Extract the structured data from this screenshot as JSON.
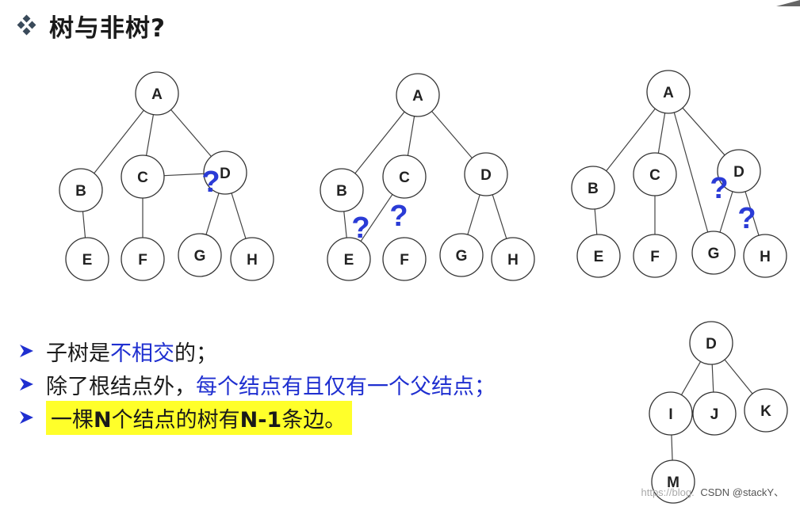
{
  "title": "树与非树?",
  "colors": {
    "accent_blue": "#1f2fd0",
    "question_blue": "#2a3bd6",
    "highlight_yellow": "#ffff2a",
    "title_icon": "#3a4a5a",
    "bullet_arrow": "#1f2fd0"
  },
  "icons": {
    "title": "diamond-cluster-icon",
    "bullet": "arrow-bullet-icon",
    "question": "question-mark"
  },
  "trees": {
    "tree1": {
      "nodes": [
        {
          "id": "A",
          "label": "A"
        },
        {
          "id": "B",
          "label": "B"
        },
        {
          "id": "C",
          "label": "C"
        },
        {
          "id": "D",
          "label": "D"
        },
        {
          "id": "E",
          "label": "E"
        },
        {
          "id": "F",
          "label": "F"
        },
        {
          "id": "G",
          "label": "G"
        },
        {
          "id": "H",
          "label": "H"
        }
      ],
      "edges": [
        [
          "A",
          "B"
        ],
        [
          "A",
          "C"
        ],
        [
          "A",
          "D"
        ],
        [
          "B",
          "E"
        ],
        [
          "C",
          "F"
        ],
        [
          "D",
          "G"
        ],
        [
          "D",
          "H"
        ],
        [
          "C",
          "D"
        ]
      ],
      "question_marks": [
        "?"
      ]
    },
    "tree2": {
      "nodes": [
        {
          "id": "A",
          "label": "A"
        },
        {
          "id": "B",
          "label": "B"
        },
        {
          "id": "C",
          "label": "C"
        },
        {
          "id": "D",
          "label": "D"
        },
        {
          "id": "E",
          "label": "E"
        },
        {
          "id": "F",
          "label": "F"
        },
        {
          "id": "G",
          "label": "G"
        },
        {
          "id": "H",
          "label": "H"
        }
      ],
      "edges": [
        [
          "A",
          "B"
        ],
        [
          "A",
          "C"
        ],
        [
          "A",
          "D"
        ],
        [
          "B",
          "E"
        ],
        [
          "C",
          "E"
        ],
        [
          "D",
          "G"
        ],
        [
          "D",
          "H"
        ]
      ],
      "question_marks": [
        "?",
        "?"
      ]
    },
    "tree3": {
      "nodes": [
        {
          "id": "A",
          "label": "A"
        },
        {
          "id": "B",
          "label": "B"
        },
        {
          "id": "C",
          "label": "C"
        },
        {
          "id": "D",
          "label": "D"
        },
        {
          "id": "E",
          "label": "E"
        },
        {
          "id": "F",
          "label": "F"
        },
        {
          "id": "G",
          "label": "G"
        },
        {
          "id": "H",
          "label": "H"
        }
      ],
      "edges": [
        [
          "A",
          "B"
        ],
        [
          "A",
          "C"
        ],
        [
          "A",
          "D"
        ],
        [
          "A",
          "G"
        ],
        [
          "B",
          "E"
        ],
        [
          "C",
          "F"
        ],
        [
          "D",
          "G"
        ],
        [
          "D",
          "H"
        ]
      ],
      "question_marks": [
        "?",
        "?"
      ]
    },
    "tree4": {
      "nodes": [
        {
          "id": "D",
          "label": "D"
        },
        {
          "id": "I",
          "label": "I"
        },
        {
          "id": "J",
          "label": "J"
        },
        {
          "id": "K",
          "label": "K"
        },
        {
          "id": "M",
          "label": "M"
        }
      ],
      "edges": [
        [
          "D",
          "I"
        ],
        [
          "D",
          "J"
        ],
        [
          "D",
          "K"
        ],
        [
          "I",
          "M"
        ]
      ]
    }
  },
  "bullets": [
    {
      "parts": [
        {
          "text": "子树是",
          "style": "normal"
        },
        {
          "text": "不相交",
          "style": "blue"
        },
        {
          "text": "的；",
          "style": "normal"
        }
      ]
    },
    {
      "parts": [
        {
          "text": "除了根结点外，",
          "style": "normal"
        },
        {
          "text": "每个结点有且仅有一个父结点；",
          "style": "blue"
        }
      ]
    },
    {
      "parts": [
        {
          "text": "一棵",
          "style": "normal"
        },
        {
          "text": "N",
          "style": "bold"
        },
        {
          "text": "个结点的树有",
          "style": "normal"
        },
        {
          "text": "N-1",
          "style": "bold"
        },
        {
          "text": "条边。",
          "style": "normal"
        }
      ],
      "highlight": true
    }
  ],
  "watermark": {
    "faint": "https://blog.",
    "main": "CSDN @stackY、"
  }
}
